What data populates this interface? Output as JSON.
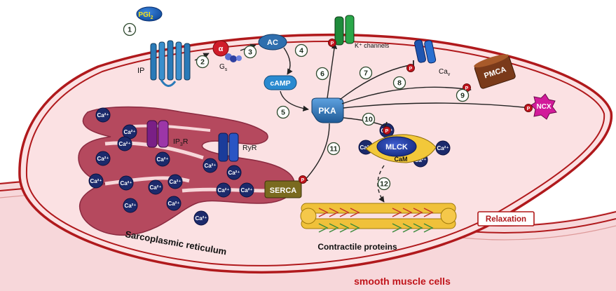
{
  "molecules": {
    "pgi2_main": "PGI",
    "pgi2_sub": "2",
    "ip": "IP",
    "gs_main": "G",
    "gs_sub": "s",
    "alpha": "α",
    "ac": "AC",
    "camp": "cAMP",
    "pka": "PKA",
    "k_channels": "K⁺ channels",
    "ca_v_main": "Ca",
    "ca_v_sub": "v",
    "pmca": "PMCA",
    "ncx": "NCX",
    "mlck": "MLCK",
    "cam": "CaM",
    "serca": "SERCA",
    "ip3r_a": "IP",
    "ip3r_sub": "3",
    "ip3r_b": "R",
    "ryr": "RyR",
    "phospho": "P",
    "calcium": "Ca²⁺"
  },
  "labels": {
    "sarcoplasmic_reticulum": "Sarcoplasmic reticulum",
    "contractile_proteins": "Contractile proteins",
    "relaxation": "Relaxation",
    "cell_type": "smooth muscle cells"
  },
  "steps": [
    "1",
    "2",
    "3",
    "4",
    "5",
    "6",
    "7",
    "8",
    "9",
    "10",
    "11",
    "12"
  ],
  "colors": {
    "membrane": "#b0191c",
    "cytoplasm": "#fbe0e2",
    "sr": "#b5495e",
    "pka": "#2f74b5",
    "calcium": "#1c2a6b",
    "mlck_complex": "#f2c83a"
  }
}
